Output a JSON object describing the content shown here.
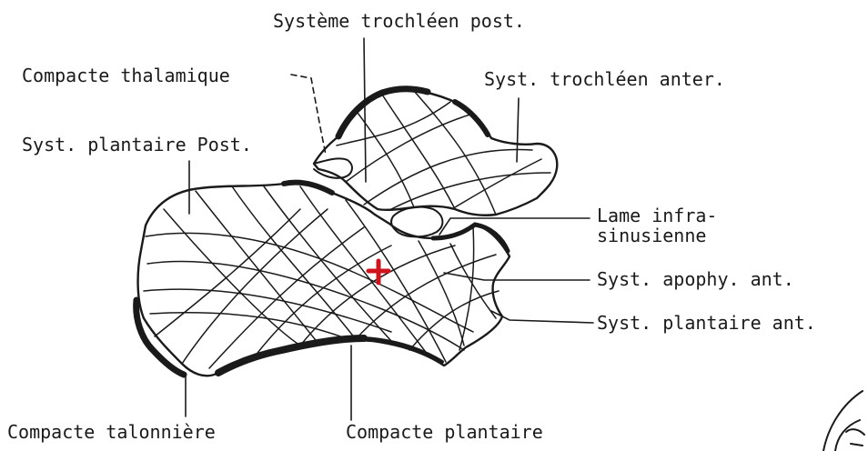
{
  "labels": {
    "trochlear_post": "Système trochléen post.",
    "compacte_thalamique": "Compacte thalamique",
    "trochlear_anter": "Syst. trochléen anter.",
    "plantaire_post": "Syst. plantaire Post.",
    "lame_line1": "Lame infra-",
    "lame_line2": "sinusienne",
    "apophy_ant": "Syst. apophy. ant.",
    "plantaire_ant": "Syst. plantaire ant.",
    "compacte_talonniere": "Compacte talonnière",
    "compacte_plantaire": "Compacte plantaire"
  },
  "colors": {
    "ink": "#1a1a1a",
    "marker": "#d0141e",
    "paper": "#ffffff"
  },
  "marker_symbol": "plus-cross"
}
